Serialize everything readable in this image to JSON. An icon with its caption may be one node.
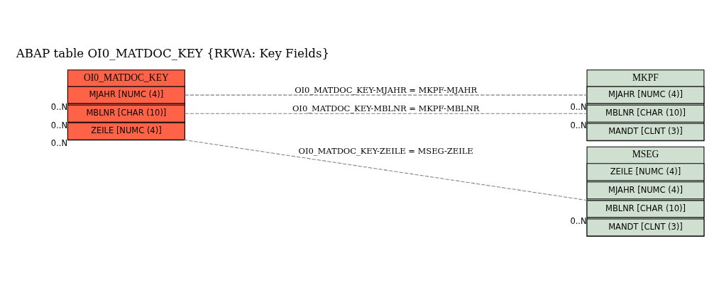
{
  "diagram": {
    "title": "ABAP table OI0_MATDOC_KEY {RKWA: Key Fields}",
    "nodes": [
      {
        "text": [
          "OI0_MATDOC_KEY"
        ]
      },
      {
        "text": [
          "MBLNR [CHAR (10)]"
        ],
        "in": 0,
        "beside": [
          "0..N"
        ]
      },
      {
        "text": [
          "MJAHR [NUMC (4)]"
        ],
        "in": 0,
        "beside": [
          "0..N"
        ]
      },
      {
        "text": [
          "ZEILE [NUMC (4)]"
        ],
        "in": 0,
        "beside": [
          "0..N"
        ]
      },
      {
        "text": [
          "MKPF"
        ]
      },
      {
        "text": [
          "MANDT [CLNT (3)]"
        ],
        "in": 4
      },
      {
        "text": [
          "MBLNR [CHAR (10)]"
        ],
        "in": 4,
        "beside": [
          "0..N"
        ]
      },
      {
        "text": [
          "MJAHR [NUMC (4)]"
        ],
        "in": 4,
        "beside": [
          "0..N"
        ]
      },
      {
        "text": [
          "MSEG"
        ]
      },
      {
        "text": [
          "MANDT [CLNT (3)]"
        ],
        "in": 8
      },
      {
        "text": [
          "MBLNR [CHAR (10)]"
        ],
        "in": 8,
        "beside": [
          "0..N"
        ]
      },
      {
        "text": [
          "MJAHR [NUMC (4)]"
        ],
        "in": 8
      },
      {
        "text": [
          "ZEILE [NUMC (4)]"
        ],
        "in": 8
      }
    ],
    "edges": [
      {
        "from": 1,
        "to": 6,
        "arrow": "none",
        "style": "dashed",
        "label": "OI0_MATDOC_KEY-MBLNR = MKPF-MBLNR"
      },
      {
        "from": 2,
        "to": 7,
        "arrow": "none",
        "style": "dashed",
        "label": "OI0_MATDOC_KEY-MJAHR = MKPF-MJAHR"
      },
      {
        "from": 3,
        "to": 10,
        "arrow": "none",
        "style": "dashed",
        "label": "OI0_MATDOC_KEY-ZEILE = MSEG-ZEILE"
      }
    ]
  }
}
